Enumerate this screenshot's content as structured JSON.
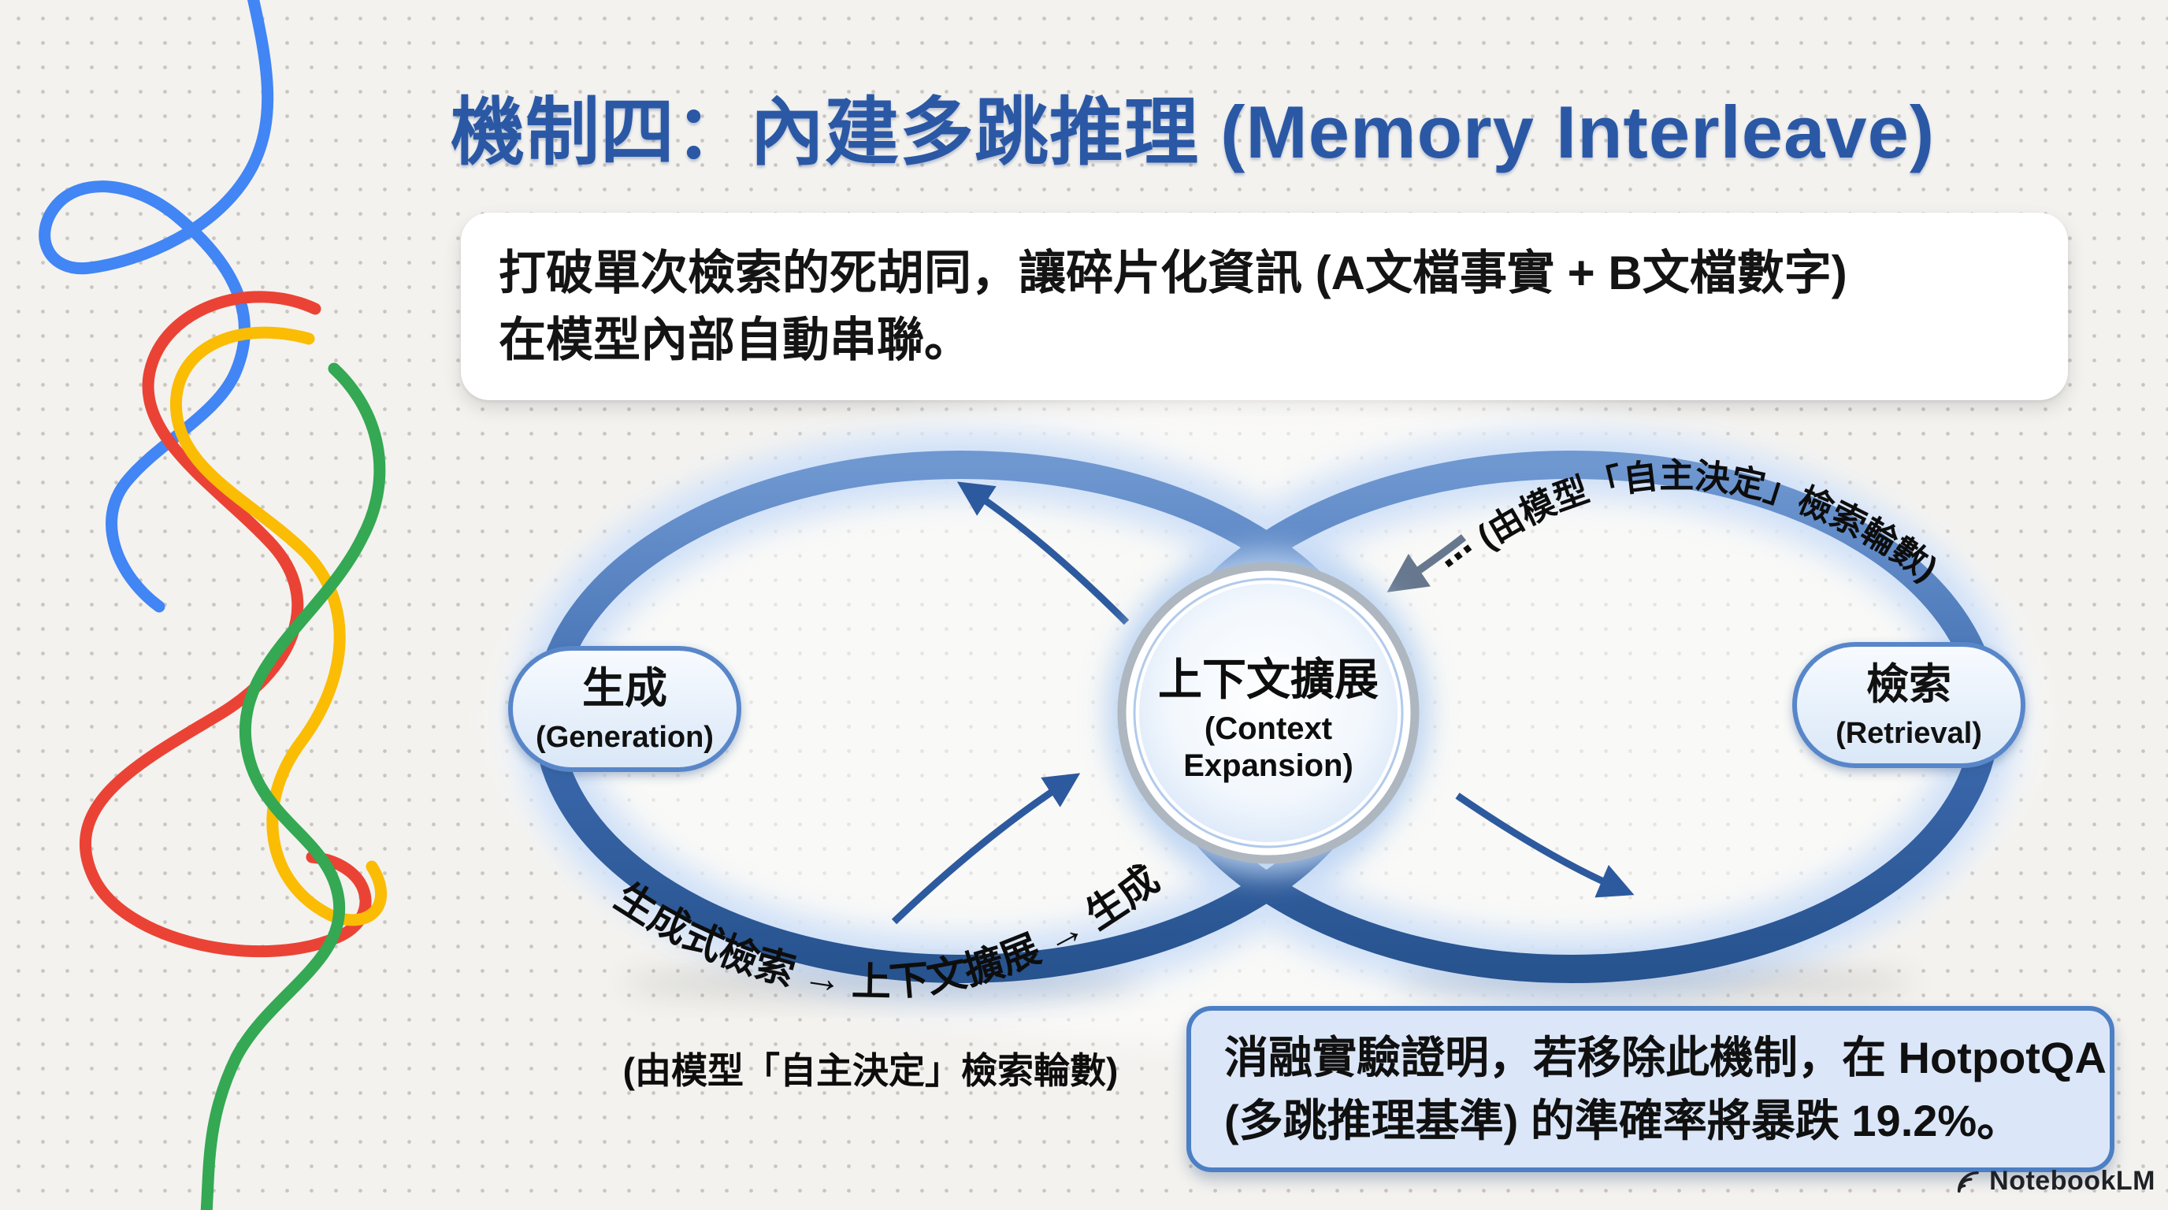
{
  "title": {
    "text": "機制四：內建多跳推理 (Memory Interleave)",
    "color": "#2b58a5"
  },
  "intro_card": {
    "line1": "打破單次檢索的死胡同，讓碎片化資訊 (A文檔事實 + B文檔數字)",
    "line2": "在模型內部自動串聯。"
  },
  "diagram": {
    "left_node": {
      "title": "生成",
      "subtitle": "(Generation)"
    },
    "center_node": {
      "title": "上下文擴展",
      "subtitle_line1": "(Context",
      "subtitle_line2": "Expansion)"
    },
    "right_node": {
      "title": "檢索",
      "subtitle": "(Retrieval)"
    },
    "top_curved_label": "⋯ (由模型「自主決定」檢索輪數)",
    "bottom_curved_label": "生成式檢索 → 上下文擴展 → 生成",
    "bottom_caption": "(由模型「自主決定」檢索輪數)",
    "loop_color": "#2d5b9f",
    "arrow_color": "#2d5a9e",
    "gray_arrow_color": "#67788e"
  },
  "conclusion_card": {
    "line1": "消融實驗證明，若移除此機制，在 HotpotQA",
    "line2": "(多跳推理基準) 的準確率將暴跌 19.2%。"
  },
  "footer": {
    "brand": "NotebookLM"
  },
  "decoration": {
    "blue": "#4285F4",
    "red": "#EA4335",
    "yellow": "#FBBC04",
    "green": "#34A853"
  }
}
